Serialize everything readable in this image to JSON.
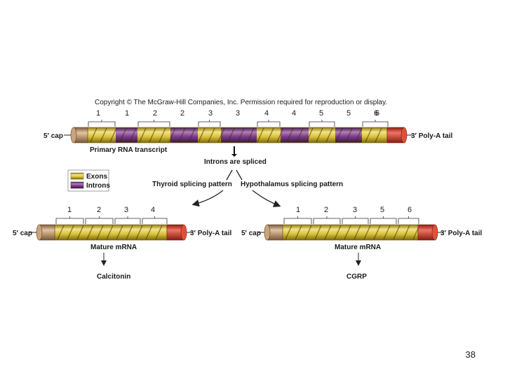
{
  "copyright": "Copyright © The McGraw-Hill Companies, Inc. Permission required for reproduction or display.",
  "primary": {
    "cap_label": "5′ cap",
    "tail_label": "3′ Poly-A tail",
    "name": "Primary RNA transcript",
    "numbers": [
      "1",
      "1",
      "2",
      "2",
      "3",
      "3",
      "4",
      "4",
      "5",
      "5",
      "6",
      "6"
    ]
  },
  "splice_label": "Introns are spliced",
  "legend": {
    "exons": "Exons",
    "introns": "Introns"
  },
  "thyroid": {
    "pattern_label": "Thyroid splicing pattern",
    "cap_label": "5′ cap",
    "tail_label": "3′ Poly-A tail",
    "mrna_label": "Mature mRNA",
    "numbers": [
      "1",
      "2",
      "3",
      "4"
    ],
    "product": "Calcitonin"
  },
  "hypothalamus": {
    "pattern_label": "Hypothalamus splicing pattern",
    "cap_label": "5′ cap",
    "tail_label": "3′ Poly-A tail",
    "mrna_label": "Mature mRNA",
    "numbers": [
      "1",
      "2",
      "3",
      "5",
      "6"
    ],
    "product": "CGRP"
  },
  "slide_number": "38",
  "colors": {
    "exon": "#d9c33c",
    "intron": "#7a3d82",
    "cap": "#b8906a",
    "tail": "#cf3c2a"
  }
}
